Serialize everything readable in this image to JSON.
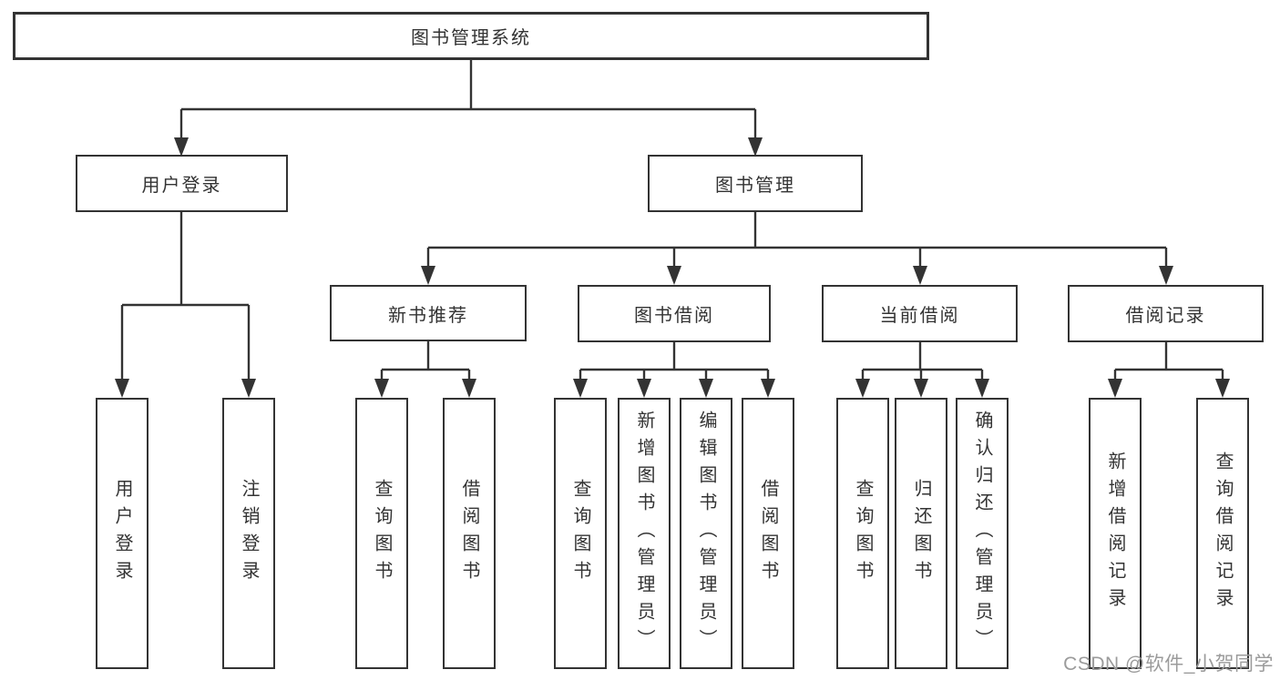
{
  "colors": {
    "line": "#333333",
    "box_fill": "#ffffff",
    "text": "#333333",
    "watermark": "#9b9b9b"
  },
  "watermark": "CSDN @软件_小贺同学",
  "tree": {
    "root": {
      "label": "图书管理系统"
    },
    "branches": {
      "user_login": {
        "label": "用户登录",
        "children": {
          "login": {
            "label": "用户登录"
          },
          "logout": {
            "label": "注销登录"
          }
        }
      },
      "book_mgmt": {
        "label": "图书管理",
        "children": {
          "new_book_rec": {
            "label": "新书推荐",
            "children": {
              "query": {
                "label": "查询图书"
              },
              "borrow": {
                "label": "借阅图书"
              }
            }
          },
          "book_borrow": {
            "label": "图书借阅",
            "children": {
              "query": {
                "label": "查询图书"
              },
              "add": {
                "label": "新增图书（管理员）"
              },
              "edit": {
                "label": "编辑图书（管理员）"
              },
              "borrow": {
                "label": "借阅图书"
              }
            }
          },
          "current_borrow": {
            "label": "当前借阅",
            "children": {
              "query": {
                "label": "查询图书"
              },
              "return": {
                "label": "归还图书"
              },
              "confirm": {
                "label": "确认归还（管理员）"
              }
            }
          },
          "borrow_record": {
            "label": "借阅记录",
            "children": {
              "add": {
                "label": "新增借阅记录"
              },
              "query": {
                "label": "查询借阅记录"
              }
            }
          }
        }
      }
    }
  }
}
